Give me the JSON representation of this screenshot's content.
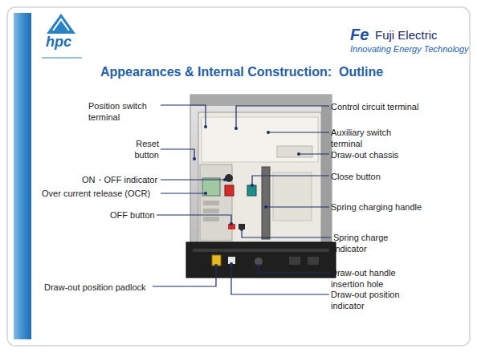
{
  "diagram": {
    "title": "Appearances & Internal Construction:  Outline",
    "labels": [
      "hpc",
      "Fe",
      "Fuji Electric",
      "Innovating Energy Technology",
      "Position switch terminal",
      "Reset button",
      "ON・OFF indicator",
      "Over current release (OCR)",
      "OFF button",
      "Draw-out position padlock",
      "Control circuit terminal",
      "Auxiliary switch terminal",
      "Draw-out chassis",
      "Close button",
      "Spring charging handle",
      "Spring charge indicator",
      "Draw-out handle insertion hole",
      "Draw-out position indicator"
    ]
  }
}
